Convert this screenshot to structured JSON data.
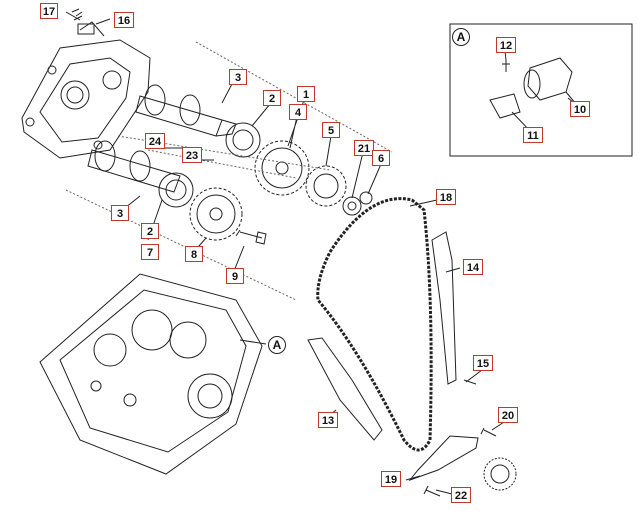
{
  "diagram": {
    "callouts": {
      "c1": "1",
      "c2a": "2",
      "c2b": "2",
      "c3a": "3",
      "c3b": "3",
      "c4": "4",
      "c5": "5",
      "c6": "6",
      "c7": "7",
      "c8": "8",
      "c9": "9",
      "c10": "10",
      "c11": "11",
      "c12": "12",
      "c13": "13",
      "c14": "14",
      "c15": "15",
      "c16": "16",
      "c17": "17",
      "c18": "18",
      "c19": "19",
      "c20": "20",
      "c21": "21",
      "c22": "22",
      "c23": "23",
      "c24": "24"
    },
    "inset_label": "A",
    "pointer_label": "A",
    "colors": {
      "callout_border": "#c0392b",
      "line": "#222222"
    }
  }
}
